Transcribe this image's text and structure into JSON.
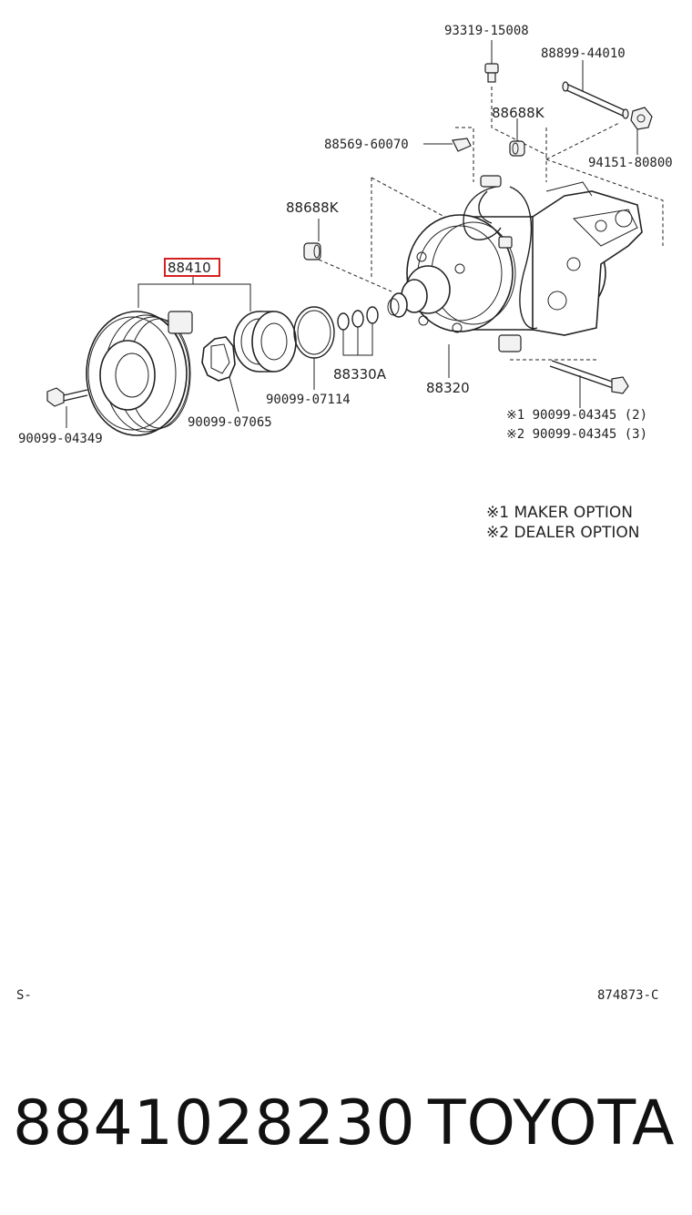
{
  "parts": {
    "p93319": "93319-15008",
    "p88899": "88899-44010",
    "p88688k_top": "88688K",
    "p88569": "88569-60070",
    "p94151": "94151-80800",
    "p88688k_left": "88688K",
    "p88410": "88410",
    "p88330a": "88330A",
    "p88320": "88320",
    "p90099_07114": "90099-07114",
    "p90099_07065": "90099-07065",
    "p90099_04349": "90099-04349",
    "p90099_04345_1": "※1 90099-04345 (2)",
    "p90099_04345_2": "※2 90099-04345 (3)"
  },
  "notes": {
    "maker": "※1  MAKER OPTION",
    "dealer": "※2  DEALER OPTION"
  },
  "footer": {
    "left_code": "S-",
    "right_code": "874873-C",
    "part_number": "8841028230",
    "brand": "TOYOTA"
  },
  "colors": {
    "highlight": "#d62020"
  }
}
